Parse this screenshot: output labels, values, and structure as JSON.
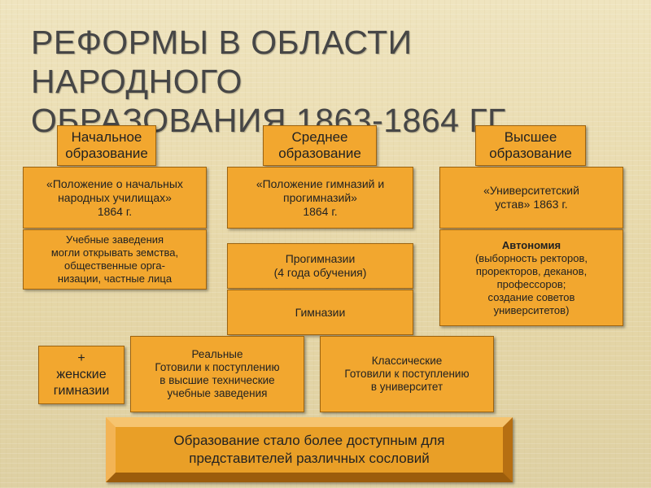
{
  "title": {
    "line1": "РЕФОРМЫ В ОБЛАСТИ НАРОДНОГО",
    "line2": "ОБРАЗОВАНИЯ 1863-1864 ГГ."
  },
  "primary": {
    "header": [
      "Начальное",
      "образование"
    ],
    "statute": [
      "«Положение о начальных",
      "народных училищах»",
      "1864 г."
    ],
    "details": [
      "Учебные заведения",
      "могли открывать земства,",
      "общественные орга-",
      "низации, частные лица"
    ]
  },
  "secondary": {
    "header": [
      "Среднее",
      "образование"
    ],
    "statute": [
      "«Положение гимназий и",
      "прогимназий»",
      "1864 г."
    ],
    "progymnasium": [
      "Прогимназии",
      "(4 года обучения)"
    ],
    "gymnasium": "Гимназии",
    "real": [
      "Реальные",
      "Готовили к поступлению",
      "в высшие технические",
      "учебные заведения"
    ],
    "classical": [
      "Классические",
      "Готовили к поступлению",
      "в университет"
    ]
  },
  "higher": {
    "header": [
      "Высшее",
      "образование"
    ],
    "statute": [
      "«Университетский",
      "устав» 1863 г."
    ],
    "autonomy_title": "Автономия",
    "autonomy": [
      "(выборность ректоров,",
      "проректоров, деканов,",
      "профессоров;",
      "создание советов",
      "университетов)"
    ]
  },
  "women": [
    "+",
    "женские",
    "гимназии"
  ],
  "conclusion": [
    "Образование стало более доступным для",
    "представителей различных сословий"
  ]
}
